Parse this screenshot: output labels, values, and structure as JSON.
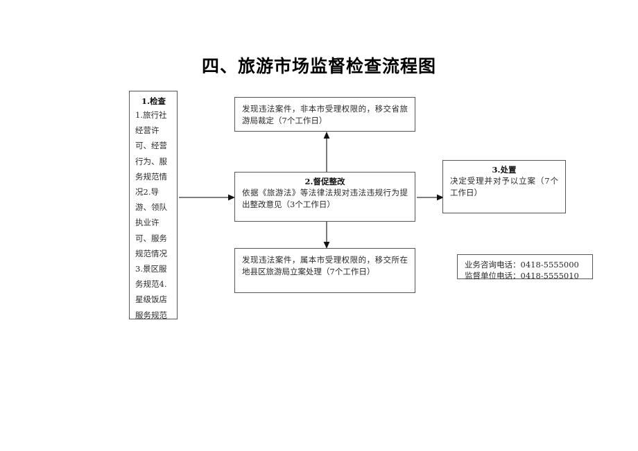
{
  "document": {
    "title": "四、旅游市场监督检查流程图"
  },
  "flow": {
    "inspect": {
      "title": "1.检查",
      "body": "1.旅行社经营许可、经营行为、服务规范情况2.导游、领队执业许可、服务规范情况3.景区服务规范4.星级饭店服务规范"
    },
    "top": {
      "body": "发现违法案件，非本市受理权限的，移交省旅游局裁定（7个工作日）"
    },
    "middle": {
      "title": "2.督促整改",
      "body": "依据《旅游法》等法律法规对违法违规行为提出整改意见（3个工作日）"
    },
    "bottom": {
      "body": "发现违法案件，属本市受理权限的，移交所在地县区旅游局立案处理（7个工作日）"
    },
    "right": {
      "title": "3.处置",
      "body": "决定受理并对予以立案（7个工作日）"
    },
    "contact": {
      "line1": "业务咨询电话：0418-5555000",
      "line2": "监督单位电话：0418-5555010"
    }
  },
  "colors": {
    "border": "#555555",
    "text": "#2a2a2a",
    "arrow": "#333333",
    "background": "#ffffff"
  }
}
